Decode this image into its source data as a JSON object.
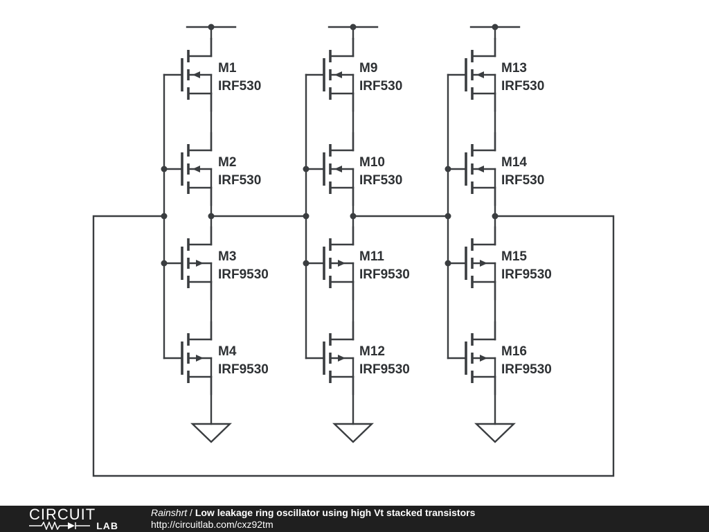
{
  "transistors": [
    {
      "ref": "M1",
      "part": "IRF530"
    },
    {
      "ref": "M2",
      "part": "IRF530"
    },
    {
      "ref": "M3",
      "part": "IRF9530"
    },
    {
      "ref": "M4",
      "part": "IRF9530"
    },
    {
      "ref": "M9",
      "part": "IRF530"
    },
    {
      "ref": "M10",
      "part": "IRF530"
    },
    {
      "ref": "M11",
      "part": "IRF9530"
    },
    {
      "ref": "M12",
      "part": "IRF9530"
    },
    {
      "ref": "M13",
      "part": "IRF530"
    },
    {
      "ref": "M14",
      "part": "IRF530"
    },
    {
      "ref": "M15",
      "part": "IRF9530"
    },
    {
      "ref": "M16",
      "part": "IRF9530"
    }
  ],
  "footer": {
    "logo_top": "CIRCUIT",
    "logo_bottom": "LAB",
    "author": "Rainshrt",
    "separator": " / ",
    "title": "Low leakage ring oscillator using high Vt stacked transistors",
    "url": "http://circuitlab.com/cxz92tm"
  },
  "colors": {
    "wire": "#3a3d40",
    "footer_bg": "#1f1f1f",
    "footer_text": "#ffffff"
  }
}
